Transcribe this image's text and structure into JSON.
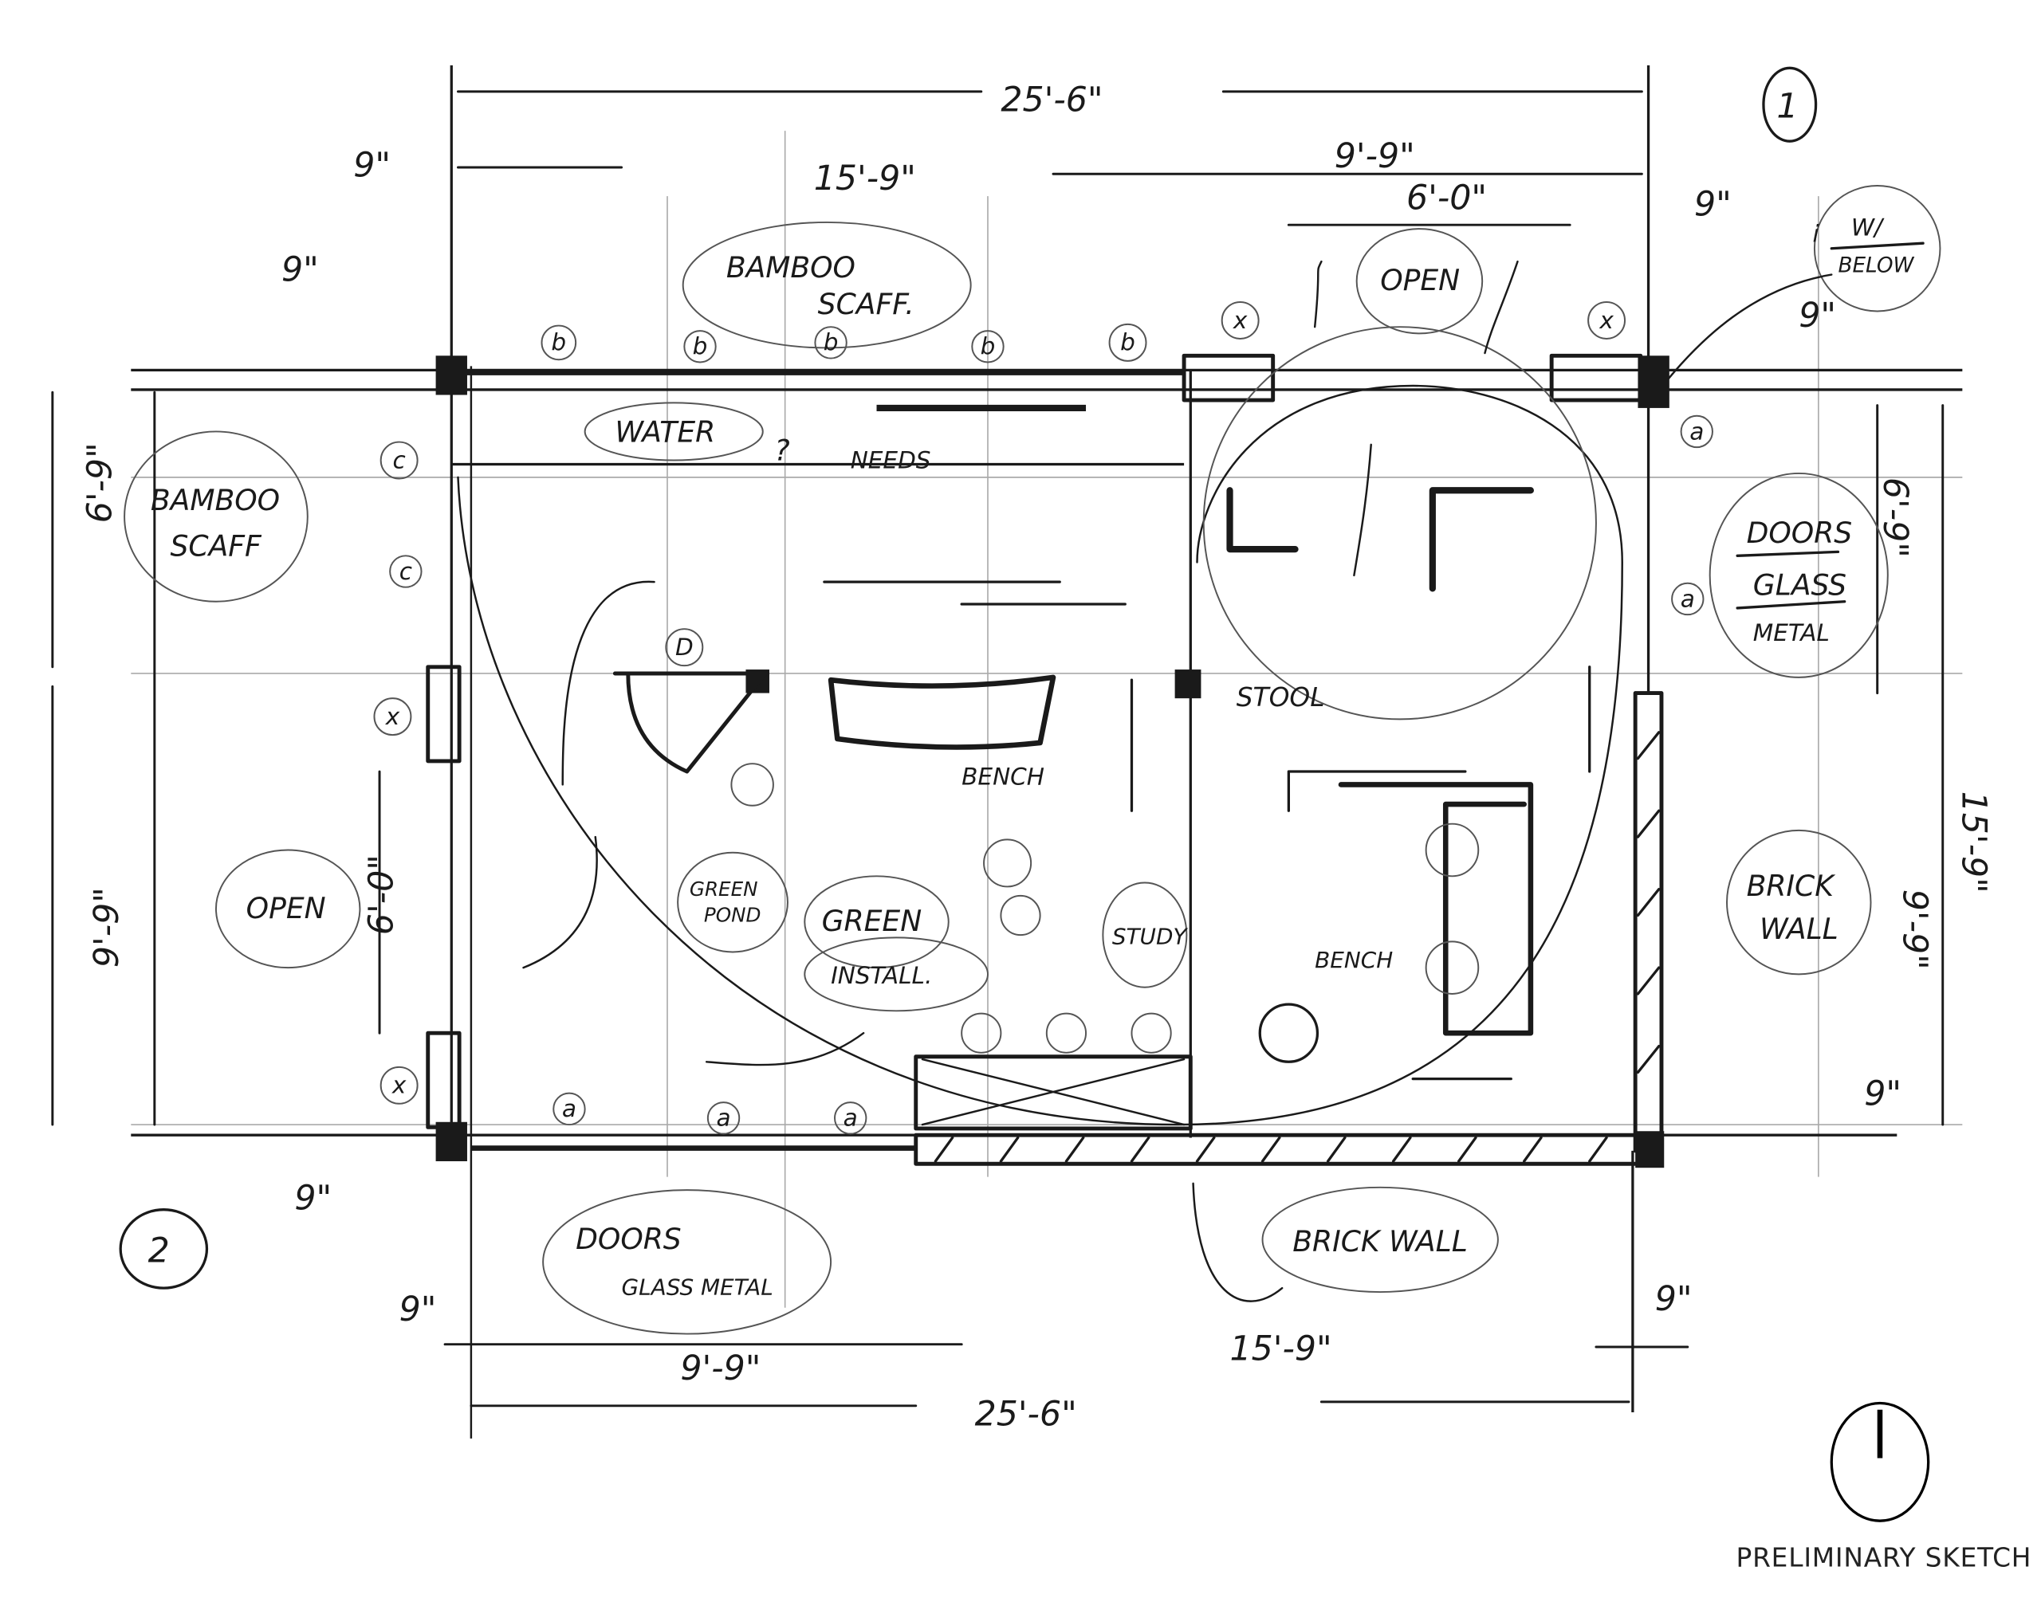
{
  "title": "PRELIMINARY SKETCH",
  "compass": "north-arrow-icon",
  "sheet_markers": {
    "one": "1",
    "two": "2"
  },
  "dimensions": {
    "top_overall": "25'-6\"",
    "top_left_span": "15'-9\"",
    "top_right_span": "9'-9\"",
    "top_opening": "6'-0\"",
    "top_left_9a": "9\"",
    "top_left_9b": "9\"",
    "top_right_9a": "9\"",
    "top_right_9b": "9\"",
    "left_upper": "6'-9\"",
    "left_lower": "9'-9\"",
    "left_opening": "6'-0\"",
    "right_upper": "6'-9\"",
    "right_overall": "15'-9\"",
    "right_lower": "9'-9\"",
    "right_bottom_9": "9\"",
    "bottom_left_9a": "9\"",
    "bottom_left_9b": "9\"",
    "bottom_left_span": "9'-9\"",
    "bottom_overall": "25'-6\"",
    "bottom_right_span": "15'-9\"",
    "bottom_right_9": "9\""
  },
  "notes": {
    "bamboo_scaff_top": [
      "BAMBOO",
      "SCAFF."
    ],
    "bamboo_scaff_left": [
      "BAMBOO",
      "SCAFF"
    ],
    "water": "WATER",
    "water_q": "?",
    "needs": "NEEDS",
    "open_top": "OPEN",
    "open_left": "OPEN",
    "doors_right": [
      "DOORS",
      "GLASS",
      "METAL"
    ],
    "below": [
      "W/",
      "BELOW"
    ],
    "stool": "STOOL",
    "bench_center": "BENCH",
    "bench_right": "BENCH",
    "green_pond": [
      "GREEN",
      "POND"
    ],
    "green_install": [
      "GREEN",
      "INSTALL."
    ],
    "study": "STUDY",
    "brick_wall_right": [
      "BRICK",
      "WALL"
    ],
    "brick_wall_bottom": "BRICK WALL",
    "doors_bottom": [
      "DOORS",
      "GLASS METAL"
    ]
  },
  "tags": {
    "b": "b",
    "a": "a",
    "x": "x",
    "c": "c",
    "d": "D",
    "i": "i"
  }
}
